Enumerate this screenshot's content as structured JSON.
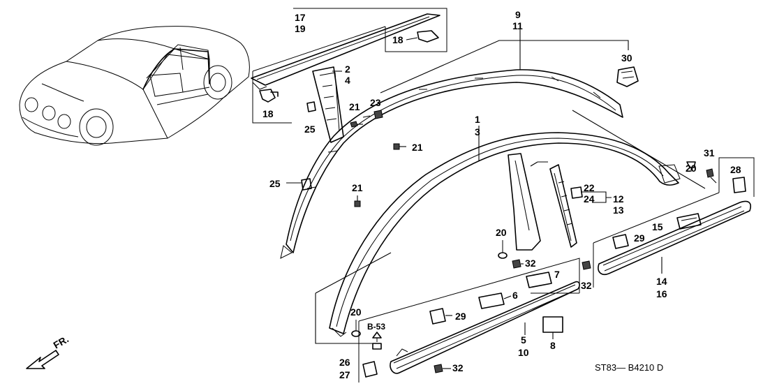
{
  "labels": {
    "l17": "17",
    "l19": "19",
    "l18a": "18",
    "l18b": "18",
    "l2": "2",
    "l4": "4",
    "l9": "9",
    "l11": "11",
    "l30": "30",
    "l23": "23",
    "l21a": "21",
    "l25a": "25",
    "l1": "1",
    "l3": "3",
    "l21b": "21",
    "l31": "31",
    "l20a": "20",
    "l28": "28",
    "l25b": "25",
    "l21c": "21",
    "l22": "22",
    "l24": "24",
    "l12": "12",
    "l13": "13",
    "l15": "15",
    "l20b": "20",
    "l29a": "29",
    "l32a": "32",
    "l7": "7",
    "l32b": "32",
    "l14": "14",
    "l16": "16",
    "l6": "6",
    "l20c": "20",
    "l53": "B-53",
    "l29b": "29",
    "l5": "5",
    "l10": "10",
    "l8": "8",
    "l26": "26",
    "l27": "27",
    "l32c": "32"
  },
  "direction_label": "FR.",
  "diagram_code": "ST83— B4210 D"
}
